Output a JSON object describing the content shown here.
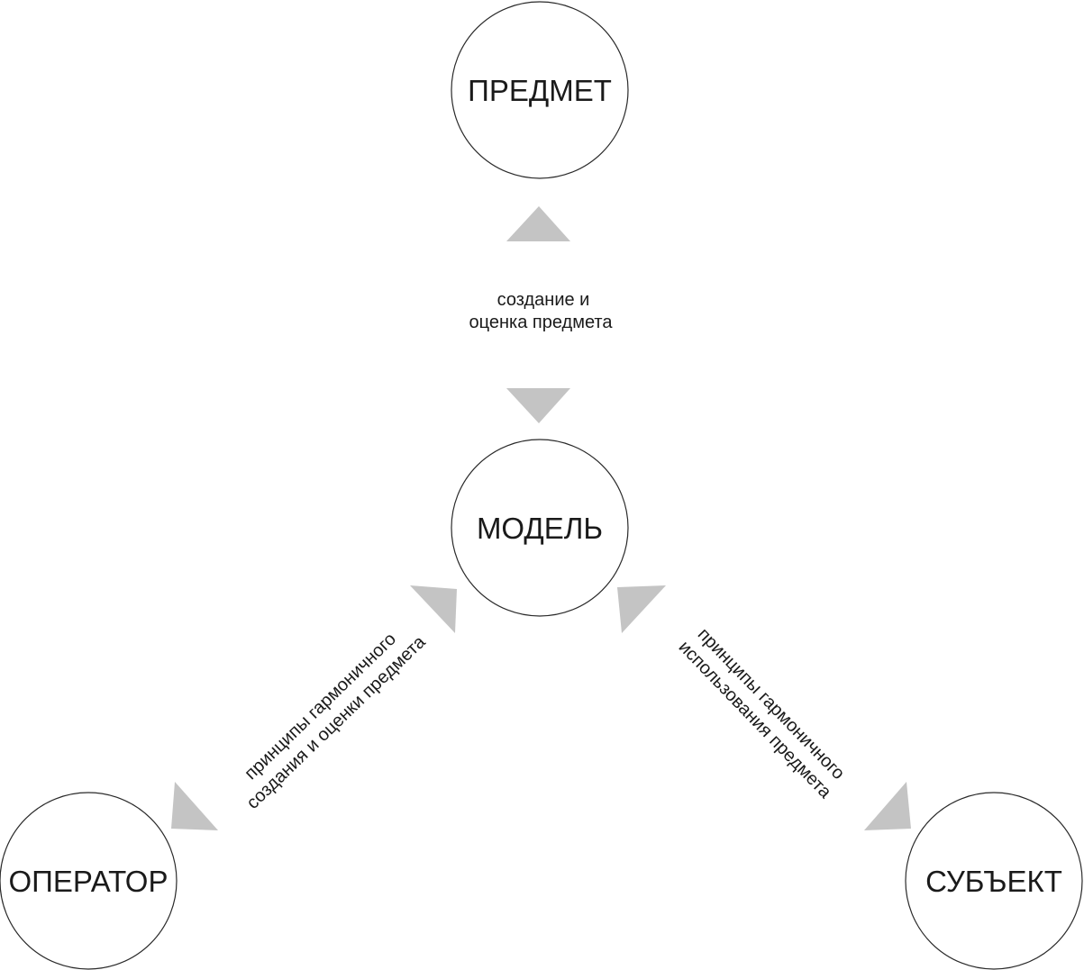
{
  "nodes": {
    "predmet": {
      "label": "ПРЕДМЕТ"
    },
    "model": {
      "label": "МОДЕЛЬ"
    },
    "operator": {
      "label": "ОПЕРАТОР"
    },
    "subject": {
      "label": "СУБЪЕКТ"
    }
  },
  "edges": {
    "predmet_model": {
      "line1": "создание и",
      "line2": "оценка предмета"
    },
    "operator_model": {
      "line1": "принципы гармоничного",
      "line2": "создания и оценки предмета"
    },
    "subject_model": {
      "line1": "принципы гармоничного",
      "line2": "использования предмета"
    }
  },
  "colors": {
    "arrow": "#c4c4c4",
    "circle_stroke": "#2a2a2a",
    "text": "#1a1a1a"
  }
}
